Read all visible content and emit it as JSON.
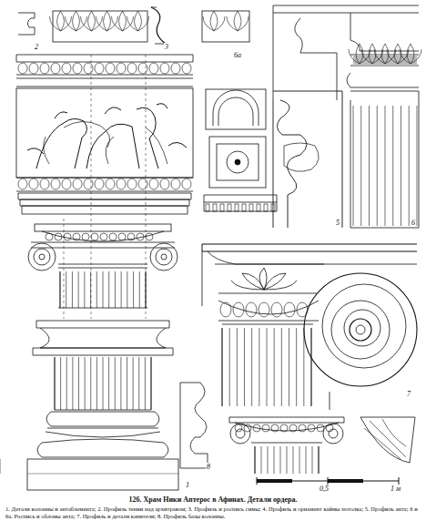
{
  "diagram": {
    "caption": "126. Храм Ники Аптерос в Афинах. Детали ордера.",
    "labels": [
      "2",
      "3",
      "6а",
      "5",
      "6",
      "1",
      "7",
      "0,5",
      "1 м",
      "8",
      "1. Детали колонны и антаблемента; 2. Профиль тении над архитравом; 3. Профиль и роспись симы; 4. Профиль и орнамент каймы потолка; 5. Профиль анта; 6 и 6а. Роспись и обломы анта; 7. Профиль и детали капители; 8. Профиль базы колонны."
    ]
  }
}
